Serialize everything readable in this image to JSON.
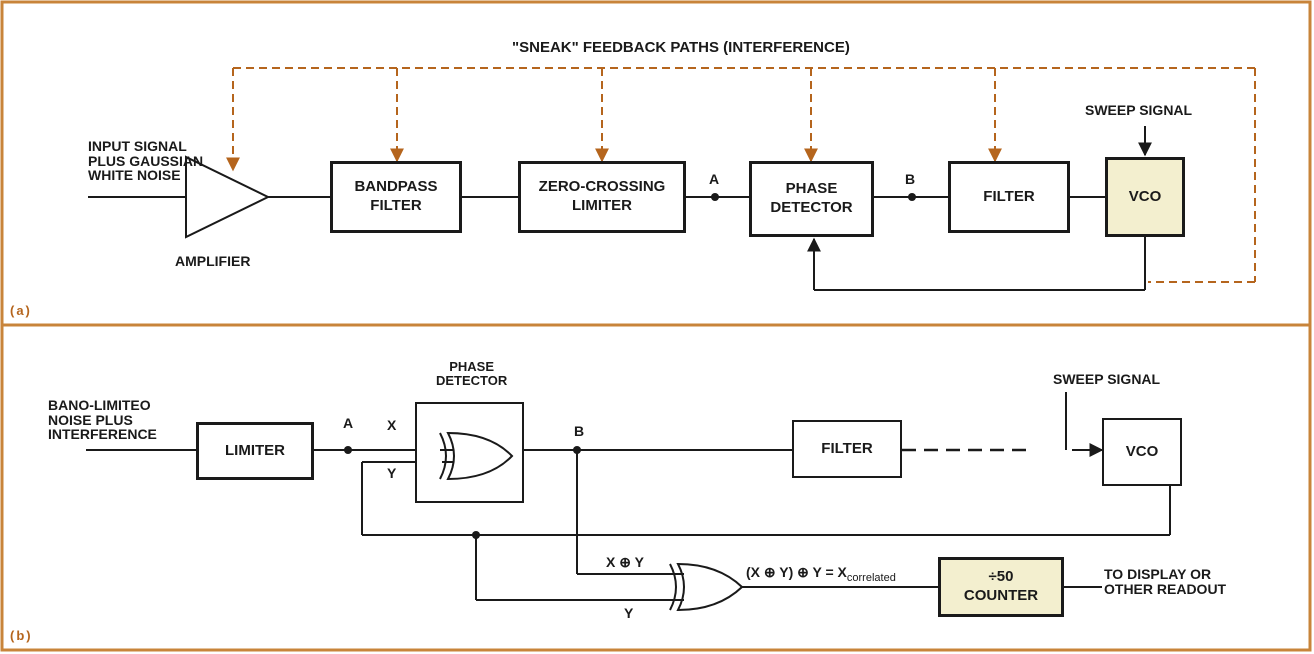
{
  "colors": {
    "frame": "#c8843a",
    "line": "#1a1a1a",
    "feedback": "#b5651d",
    "vco_fill": "#f3efcf",
    "counter_fill": "#f3efcf"
  },
  "panel_a": {
    "tag": "(a)",
    "feedback_title": "\"SNEAK\" FEEDBACK PATHS (INTERFERENCE)",
    "input_label": "INPUT SIGNAL\nPLUS GAUSSIAN\nWHITE NOISE",
    "amplifier_label": "AMPLIFIER",
    "bandpass": "BANDPASS\nFILTER",
    "zero_crossing": "ZERO-CROSSING\nLIMITER",
    "phase_detector": "PHASE\nDETECTOR",
    "filter": "FILTER",
    "vco": "VCO",
    "sweep": "SWEEP SIGNAL",
    "node_a": "A",
    "node_b": "B"
  },
  "panel_b": {
    "tag": "(b)",
    "input_label": "BANO-LIMITEO\nNOISE PLUS\nINTERFERENCE",
    "limiter": "LIMITER",
    "phase_detector_label": "PHASE\nDETECTOR",
    "filter": "FILTER",
    "vco": "VCO",
    "sweep": "SWEEP SIGNAL",
    "node_a": "A",
    "node_b": "B",
    "x": "X",
    "y_top": "Y",
    "xor_in": "X ⊕ Y",
    "y_bottom": "Y",
    "equation": "(X ⊕ Y) ⊕ Y = X",
    "equation_sub": "correlated",
    "counter": "÷50\nCOUNTER",
    "output": "TO DISPLAY OR\nOTHER READOUT"
  }
}
